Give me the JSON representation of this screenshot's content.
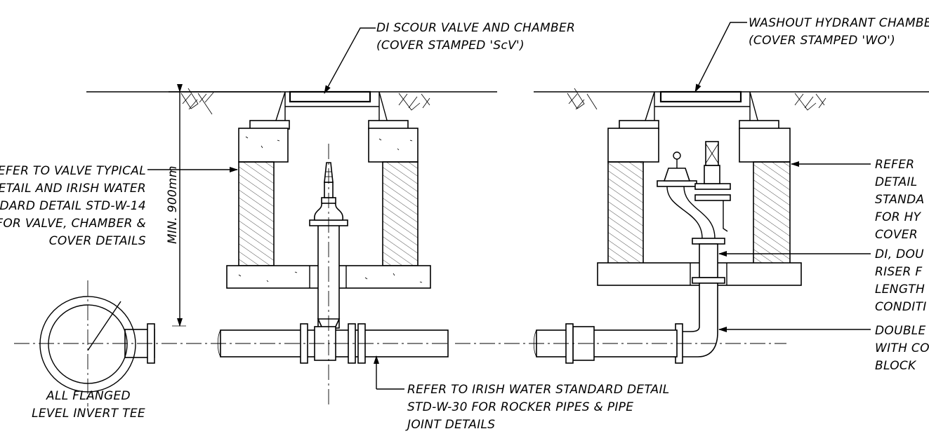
{
  "labels": {
    "scour_valve_line1": "DI SCOUR VALVE AND CHAMBER",
    "scour_valve_line2": "(COVER STAMPED 'ScV')",
    "washout_line1": "WASHOUT HYDRANT CHAMBER",
    "washout_line2": "(COVER STAMPED 'WO')",
    "valve_ref_line1": "REFER TO VALVE TYPICAL",
    "valve_ref_line2": "DETAIL AND IRISH WATER",
    "valve_ref_line3": "DARD DETAIL STD-W-14",
    "valve_ref_line4": "FOR VALVE, CHAMBER &",
    "valve_ref_line5": "COVER DETAILS",
    "min_depth": "MIN. 900mm",
    "tee_line1": "ALL FLANGED",
    "tee_line2": "LEVEL INVERT TEE",
    "rocker_line1": "REFER TO IRISH WATER STANDARD DETAIL",
    "rocker_line2": "STD-W-30 FOR ROCKER PIPES & PIPE",
    "rocker_line3": "JOINT DETAILS",
    "right_ref_line1": "REFER",
    "right_ref_line2": "DETAIL",
    "right_ref_line3": "STANDA",
    "right_ref_line4": "FOR HY",
    "right_ref_line5": "COVER",
    "riser_line1": "DI, DOU",
    "riser_line2": "RISER F",
    "riser_line3": "LENGTH",
    "riser_line4": "CONDITI",
    "bend_line1": "DOUBLE",
    "bend_line2": "WITH CO",
    "bend_line3": "BLOCK"
  }
}
